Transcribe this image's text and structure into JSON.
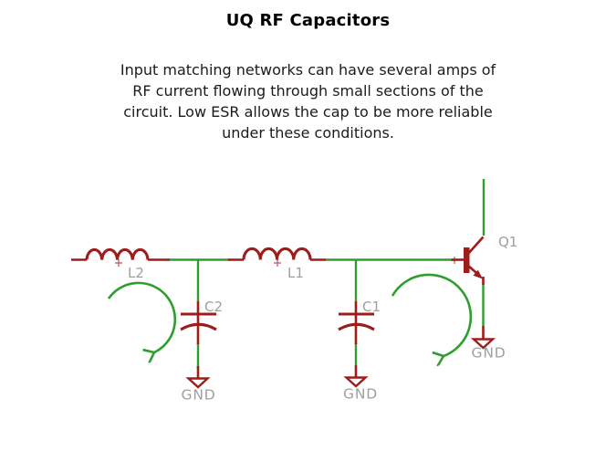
{
  "title": "UQ RF Capacitors",
  "description": {
    "lines": [
      "Input matching networks can have several amps of",
      "RF current flowing through small sections of the",
      "circuit. Low ESR allows the cap to be more reliable",
      "under these conditions."
    ]
  },
  "circuit": {
    "labels": {
      "l2": "L2",
      "l1": "L1",
      "c2": "C2",
      "c1": "C1",
      "q1": "Q1",
      "gnd_c2": "GND",
      "gnd_c1": "GND",
      "gnd_q1": "GND"
    }
  },
  "colors": {
    "wire_green": "#2f9e2f",
    "symbol_red": "#9e1c1c",
    "label_gray": "#9f9f9f",
    "text_black": "#1b1b1b"
  }
}
